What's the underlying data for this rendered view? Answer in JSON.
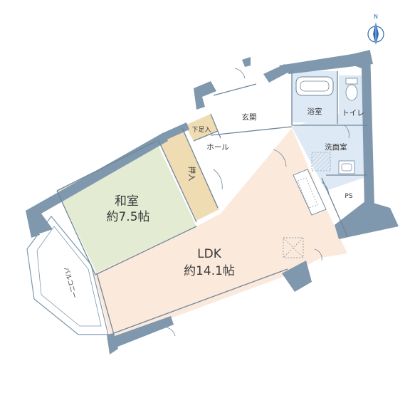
{
  "rooms": {
    "washitsu": {
      "name": "和室",
      "area": "約7.5帖",
      "color": "#e3ecd3"
    },
    "ldk": {
      "name": "LDK",
      "area": "約14.1帖",
      "color": "#fbe9dc"
    },
    "oshiire": {
      "name": "押入",
      "color": "#efdcb3"
    },
    "geta": {
      "name": "下足入",
      "color": "#efdcb3"
    },
    "hall": {
      "name": "ホール"
    },
    "genkan": {
      "name": "玄関"
    },
    "bath": {
      "name": "浴室",
      "color": "#dde9f5"
    },
    "toilet": {
      "name": "トイレ",
      "color": "#dde9f5"
    },
    "washroom": {
      "name": "洗面室",
      "color": "#dde9f5"
    },
    "ps": {
      "name": "PS"
    },
    "balcony": {
      "name": "バルコニー"
    }
  },
  "compass": {
    "label": "N"
  },
  "colors": {
    "wall": "#7f98ad",
    "line": "#6f8699"
  }
}
